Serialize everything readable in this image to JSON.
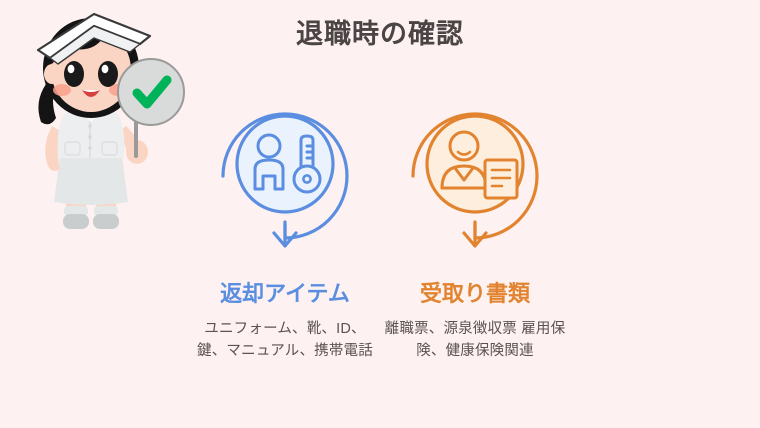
{
  "slide": {
    "title": "退職時の確認",
    "background_color": "#fdf2f1",
    "title_color": "#4a4444"
  },
  "illustration": {
    "name": "nurse-character-holding-checkmark-sign",
    "check_color": "#00b359",
    "sign_color": "#d9dbdb",
    "uniform_color": "#e4e7e8",
    "hair_color": "#141414",
    "skin_color": "#fbd5c4"
  },
  "columns": [
    {
      "id": "return",
      "icon_name": "person-and-key-circle-icon",
      "accent_color": "#5b8ee0",
      "fill_color": "#eaf2fe",
      "heading": "返却アイテム",
      "body": "ユニフォーム、靴、ID、鍵、マニュアル、携帯電話"
    },
    {
      "id": "receive",
      "icon_name": "person-and-document-circle-icon",
      "accent_color": "#e2842f",
      "fill_color": "#fdeedd",
      "heading": "受取り書類",
      "body": "離職票、源泉徴収票 雇用保険、健康保険関連"
    }
  ]
}
